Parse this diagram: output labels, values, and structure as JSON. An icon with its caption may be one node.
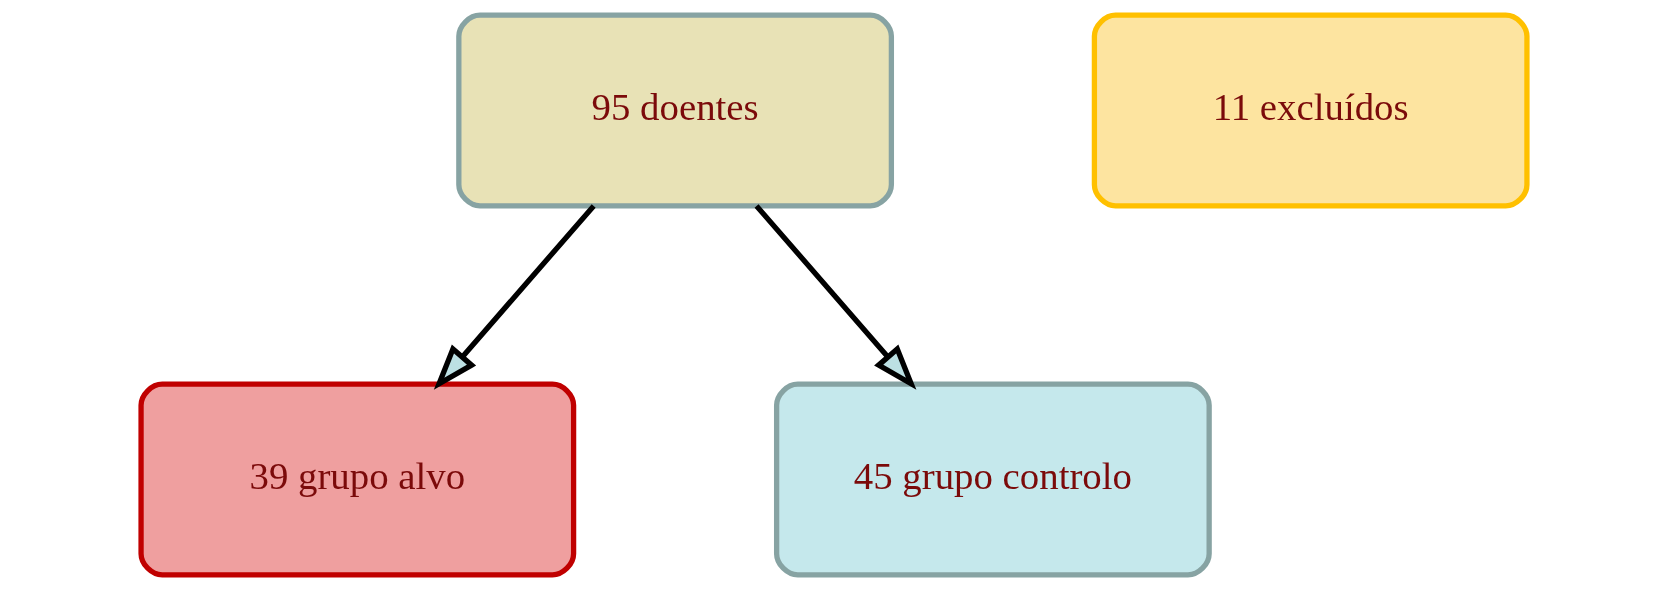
{
  "diagram": {
    "nodes": [
      {
        "text": [
          "95 doentes"
        ]
      },
      {
        "text": [
          "11 excluídos"
        ]
      },
      {
        "text": [
          "39 grupo alvo"
        ]
      },
      {
        "text": [
          "45 grupo controlo"
        ]
      }
    ],
    "edges": [
      {
        "from": 0,
        "to": 2,
        "arrow": "to"
      },
      {
        "from": 0,
        "to": 3,
        "arrow": "to"
      }
    ]
  }
}
